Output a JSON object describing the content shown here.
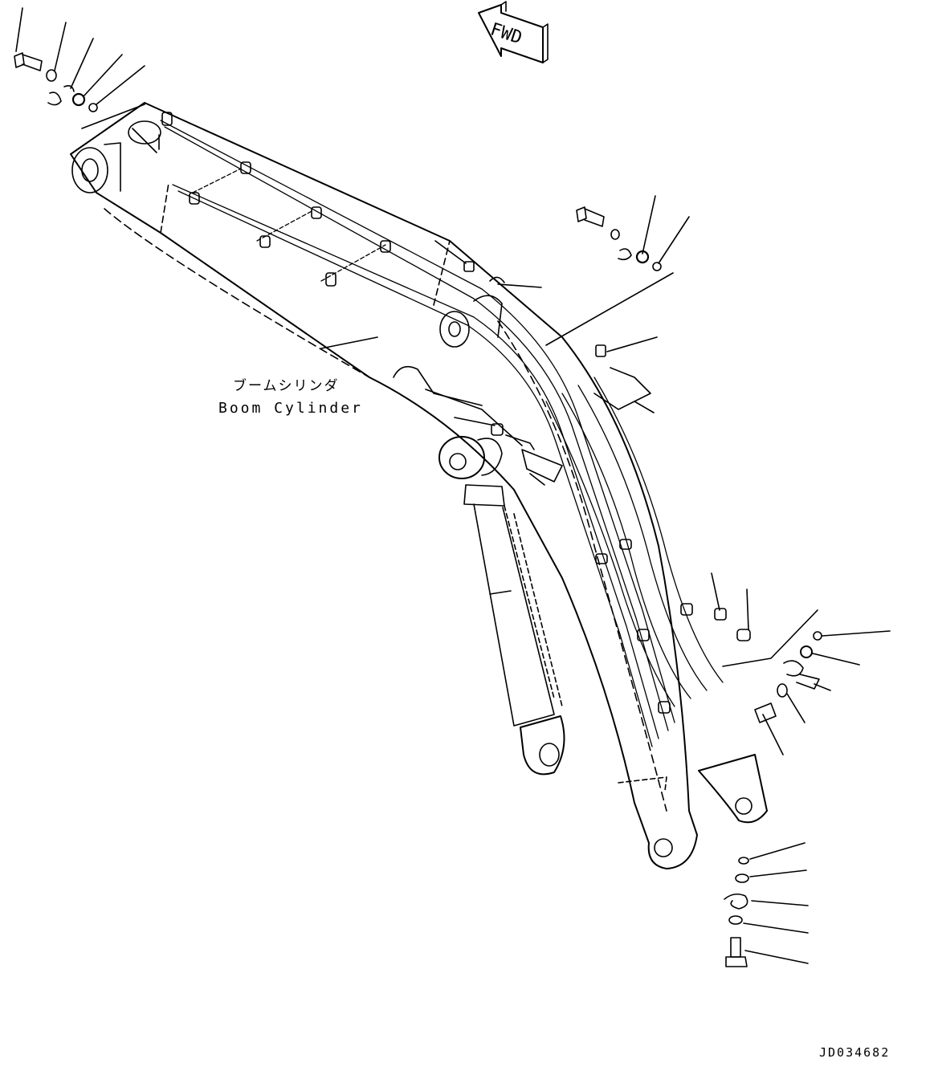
{
  "direction_marker": {
    "text": "FWD",
    "icon": "fwd-arrow-icon"
  },
  "component_label": {
    "japanese": "ブームシリンダ",
    "english": "Boom Cylinder"
  },
  "drawing_code": "JD034682",
  "colors": {
    "line": "#000000",
    "background": "#ffffff"
  }
}
